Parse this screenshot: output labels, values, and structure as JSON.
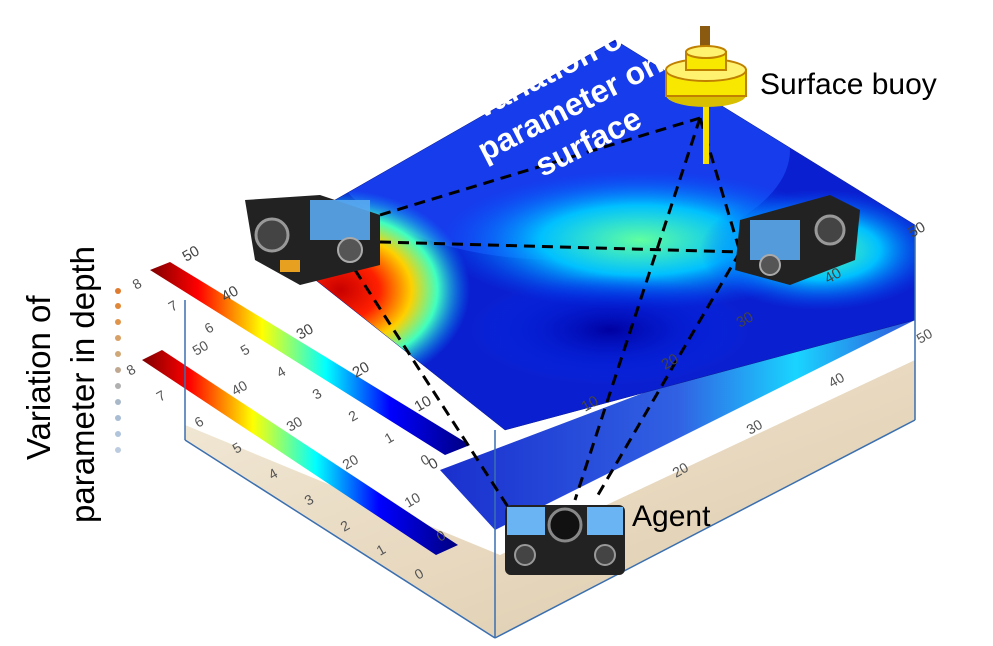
{
  "labels": {
    "buoy": "Surface buoy",
    "agent": "Agent",
    "surface_line1": "Variation of",
    "surface_line2": "parameter on",
    "surface_line3": "surface",
    "depth_line1": "Variation of",
    "depth_line2": "parameter in depth"
  },
  "surface_axis": {
    "y_ticks": [
      "50",
      "40",
      "30",
      "20",
      "10",
      "0"
    ],
    "x_ticks": [
      "10",
      "20",
      "30",
      "40",
      "50"
    ]
  },
  "depth_colorbars": [
    {
      "ticks": [
        "8",
        "7",
        "6",
        "5",
        "4",
        "3",
        "2",
        "1",
        "0"
      ]
    },
    {
      "ticks": [
        "8",
        "7",
        "6",
        "5",
        "4",
        "3",
        "2",
        "1",
        "0"
      ]
    }
  ],
  "depth_axis": {
    "y_ticks": [
      "50",
      "40",
      "30",
      "20",
      "10",
      "0"
    ],
    "x_ticks": [
      "10",
      "20",
      "30",
      "40",
      "50"
    ]
  },
  "colors": {
    "colormap": [
      "#00007f",
      "#0000ff",
      "#00ffff",
      "#ffff00",
      "#ff0000",
      "#7f0000"
    ],
    "buoy": "#ffff00",
    "frame": "#3a6fb0",
    "depth_dots": "#e07b2e",
    "sand": "#e8dcc8"
  },
  "icons": [
    "buoy-icon",
    "rov-icon"
  ]
}
